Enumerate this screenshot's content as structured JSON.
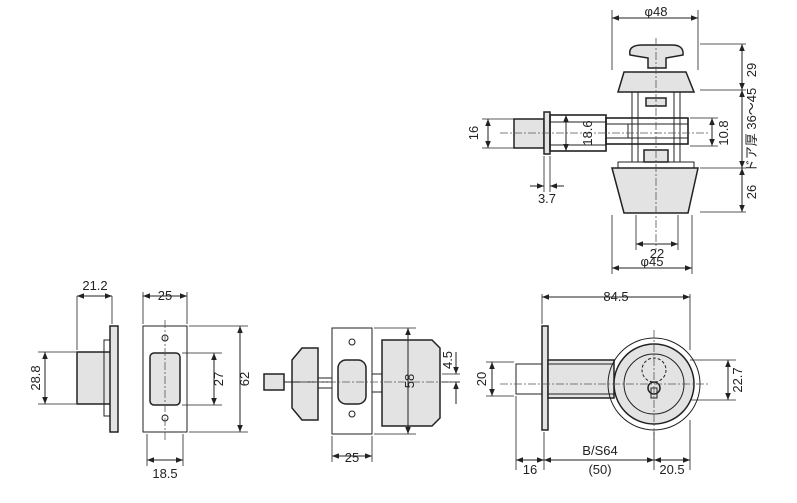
{
  "dimensions": {
    "top_phi48": "φ48",
    "top_29": "29",
    "top_door_thickness": "ドア厚 36〜45",
    "top_16": "16",
    "top_18_6": "18.6",
    "top_10_8": "10.8",
    "top_26": "26",
    "top_3_7": "3.7",
    "top_22": "22",
    "top_phi45": "φ45",
    "latch_21_2": "21.2",
    "latch_28_8": "28.8",
    "latch_18_5": "18.5",
    "plate_25": "25",
    "plate_27": "27",
    "plate_62": "62",
    "side_58": "58",
    "side_4_5": "4.5",
    "side_25": "25",
    "right_84_5": "84.5",
    "right_20": "20",
    "right_22_7": "22.7",
    "right_16": "16",
    "right_bs64": "B/S64",
    "right_50": "(50)",
    "right_20_5": "20.5"
  }
}
